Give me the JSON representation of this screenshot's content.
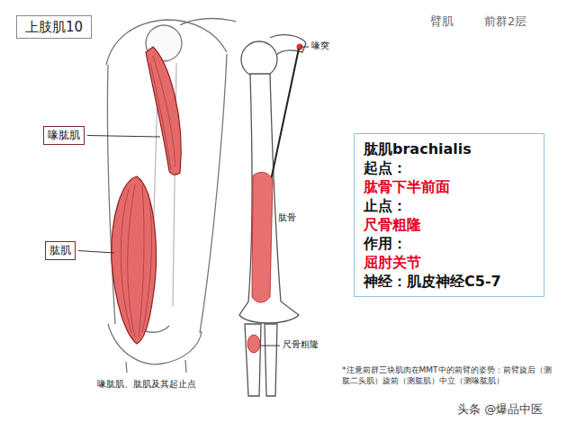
{
  "diagram": {
    "title": "上肢肌10",
    "caption": "喙肱肌、肱肌及其起止点",
    "nodes": [
      {
        "text": [
          "喙肱肌"
        ]
      },
      {
        "text": [
          "肱肌"
        ]
      },
      {
        "text": [
          "肱肌brachialis",
          "起点：",
          "肱骨下半前面",
          "止点：",
          "尺骨粗隆",
          "作用：",
          "屈肘关节",
          "神经：肌皮神经C5-7"
        ]
      }
    ],
    "labels": [
      "臂肌",
      "前群2层",
      "喙突",
      "肱骨",
      "尺骨粗隆",
      "*注意前群三块肌肉在MMT中的前臂的姿势：前臂旋后（测肱二头肌）旋前（测肱肌）中立（测喙肱肌）",
      "头条 @爆品中医"
    ]
  }
}
